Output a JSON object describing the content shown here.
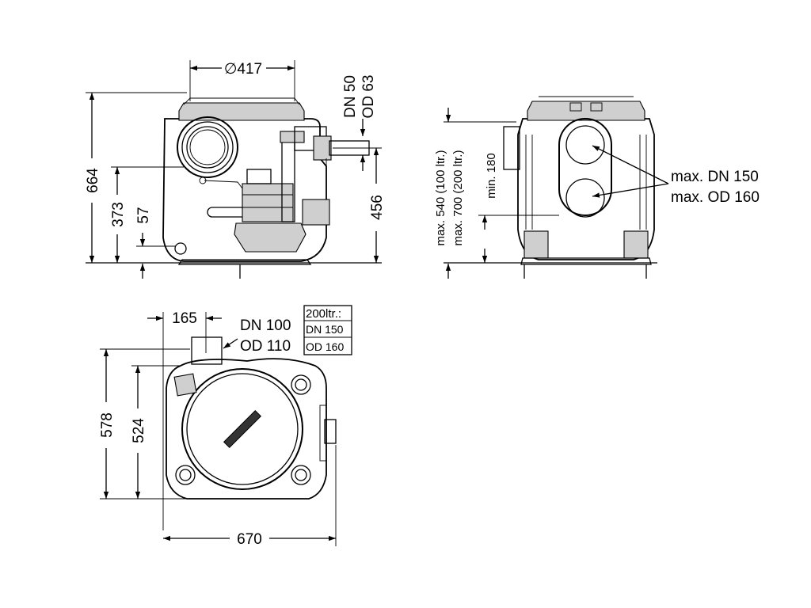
{
  "colors": {
    "line": "#000000",
    "background": "#ffffff",
    "shade": "#cfcfcf"
  },
  "side_view": {
    "dim_diameter": "∅417",
    "dim_height_total": "664",
    "dim_height_inlet": "373",
    "dim_height_base": "57",
    "dim_height_outlet": "456",
    "vent_dn": "DN 50",
    "vent_od": "OD 63"
  },
  "front_view": {
    "max_dn": "max. DN 150",
    "max_od": "max. OD 160",
    "inlet_max_100": "max. 540 (100 ltr.)",
    "inlet_max_200": "max. 700 (200 ltr.)",
    "inlet_min": "min. 180"
  },
  "top_view": {
    "dim_offset": "165",
    "pipe_dn": "DN 100",
    "pipe_od": "OD 110",
    "variant_title": "200ltr.:",
    "variant_dn": "DN 150",
    "variant_od": "OD 160",
    "dim_depth_total": "578",
    "dim_depth_body": "524",
    "dim_width": "670"
  }
}
